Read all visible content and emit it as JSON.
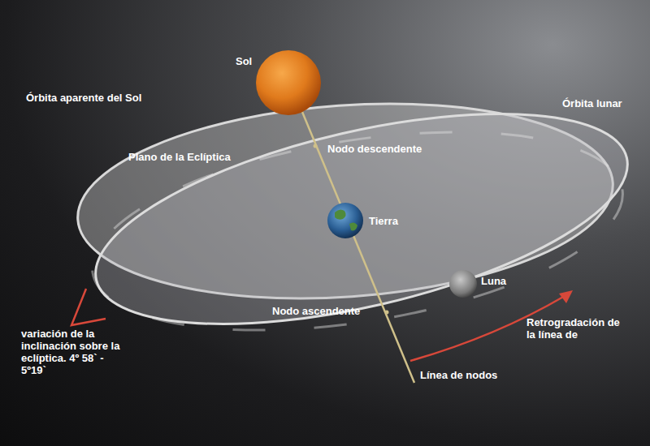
{
  "diagram": {
    "labels": [
      "Sol",
      "Órbita aparente del Sol",
      "Órbita lunar",
      "Plano de la Eclíptica",
      "Nodo descendente",
      "Tierra",
      "Luna",
      "Nodo ascendente",
      "variación de la inclinación sobre la eclíptica. 4º 58` - 5º19`",
      "Retrogradación de la línea de",
      "Línea de nodos"
    ]
  }
}
